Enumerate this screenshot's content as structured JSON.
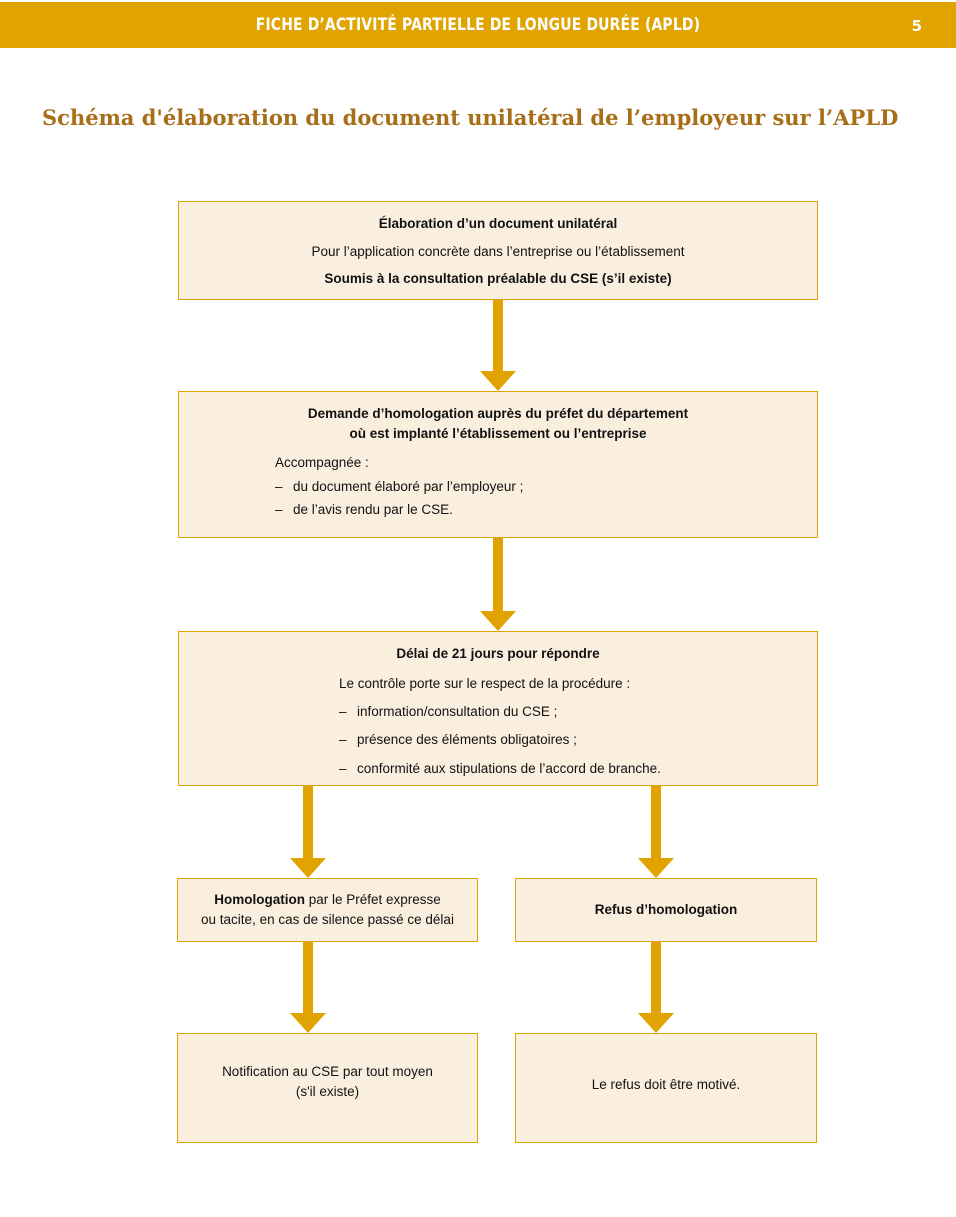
{
  "header": {
    "title": "FICHE D’ACTIVITÉ PARTIELLE DE LONGUE DURÉE (APLD)",
    "page_number": "5"
  },
  "page_title": "Schéma d'élaboration du document unilatéral de l’employeur sur l’APLD",
  "colors": {
    "accent": "#E0A300",
    "box_fill": "#FAEFDE",
    "title": "#A76E17"
  },
  "step1": {
    "heading": "Élaboration d’un document unilatéral",
    "line2": "Pour l’application concrète dans l’entreprise ou l’établissement",
    "line3": "Soumis à la consultation préalable du CSE (s’il existe)"
  },
  "step2": {
    "heading_line1": "Demande d’homologation auprès du préfet du département",
    "heading_line2": "où est implanté l’établissement ou l’entreprise",
    "intro": "Accompagnée :",
    "items": [
      "du document élaboré par l’employeur ;",
      "de l’avis rendu par le CSE."
    ]
  },
  "step3": {
    "heading": "Délai de 21 jours pour répondre",
    "intro": "Le contrôle porte sur le respect de la procédure :",
    "items": [
      "information/consultation du CSE ;",
      "présence des éléments obligatoires ;",
      "conformité aux stipulations de l’accord de branche."
    ]
  },
  "homologation": {
    "bold": "Homologation",
    "rest_line1": " par le Préfet expresse",
    "line2": "ou tacite, en cas de silence passé ce délai"
  },
  "refus": {
    "label": "Refus d’homologation"
  },
  "notification": {
    "line1": "Notification au CSE par tout moyen",
    "line2": "(s'il existe)"
  },
  "refus_motive": {
    "label": "Le refus doit être motivé."
  }
}
